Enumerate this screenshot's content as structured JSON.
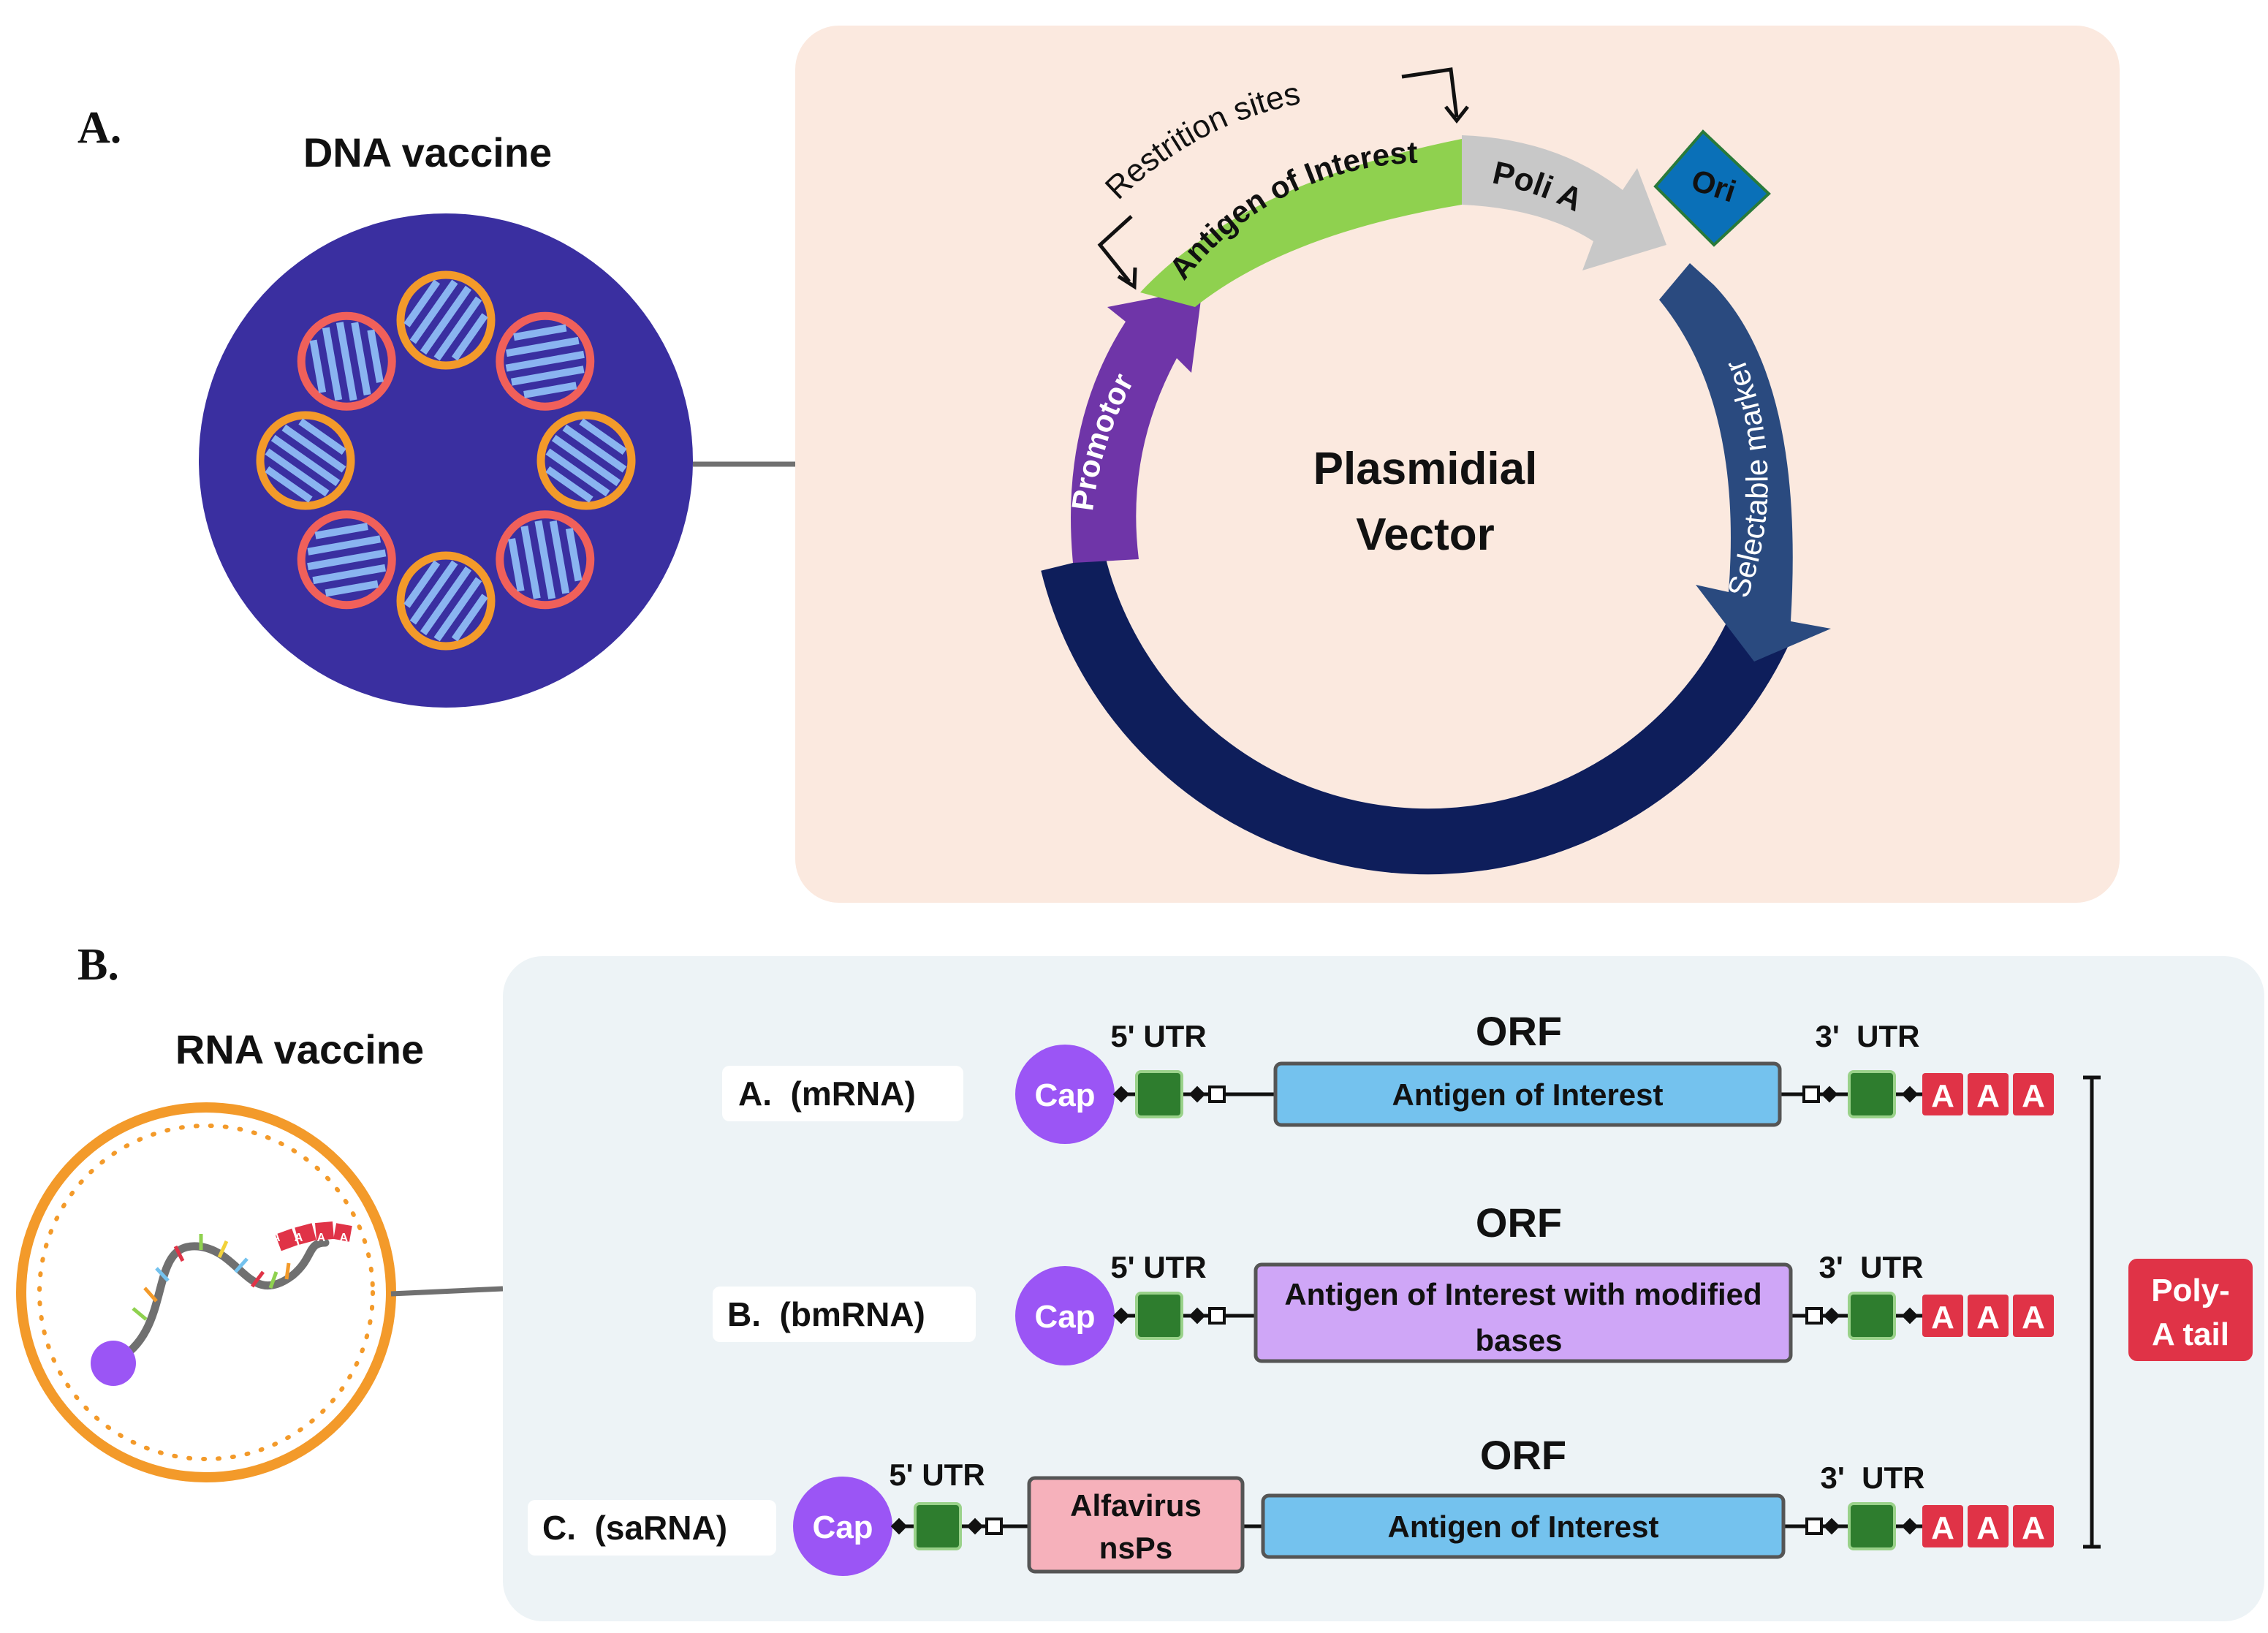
{
  "panel_a": {
    "label": "A.",
    "title": "DNA vaccine",
    "plasmid_center": [
      "Plasmidial",
      "Vector"
    ],
    "segments": {
      "promotor": "Promotor",
      "antigen": "Antigen of Interest",
      "poli_a": "Poli A",
      "ori": "Ori",
      "selectable_marker": "Selectable marker"
    },
    "restriction_sites": "Restrition sites"
  },
  "panel_b": {
    "label": "B.",
    "title": "RNA vaccine",
    "poly_a_tail": [
      "Poly-",
      "A tail"
    ],
    "rows": [
      {
        "label": "A.  (mRNA)",
        "cap": "Cap",
        "utr5": "5' UTR",
        "orf": "ORF",
        "utr3": "3'  UTR",
        "orf_box": "Antigen of Interest",
        "tail": [
          "A",
          "A",
          "A"
        ]
      },
      {
        "label": "B.  (bmRNA)",
        "cap": "Cap",
        "utr5": "5' UTR",
        "orf": "ORF",
        "utr3": "3'  UTR",
        "orf_box": [
          "Antigen of Interest with modified",
          "bases"
        ],
        "tail": [
          "A",
          "A",
          "A"
        ]
      },
      {
        "label": "C.  (saRNA)",
        "cap": "Cap",
        "utr5": "5' UTR",
        "orf": "ORF",
        "utr3": "3'  UTR",
        "nsps": [
          "Alfavirus",
          "nsPs"
        ],
        "orf_box": "Antigen of Interest",
        "tail": [
          "A",
          "A",
          "A"
        ]
      }
    ],
    "lnp_tail_letters": "A A A A"
  },
  "colors": {
    "panel_a_bg": "#fbe9df",
    "panel_b_bg": "#edf3f6",
    "dna_circle": "#3a2fa0",
    "promotor": "#6f35a8",
    "antigen": "#8fd14f",
    "poli_a": "#c8c8c8",
    "ori": "#0a70b8",
    "selectable": "#2a4a7f",
    "backbone": "#0e1e5b",
    "cap": "#9b55f5",
    "utr": "#2e7d2e",
    "orf_blue": "#74c2ee",
    "orf_purple": "#cfa6f7",
    "nsps": "#f6b1bb",
    "poly_a": "#e03347",
    "lnp": "#f39a2a"
  }
}
